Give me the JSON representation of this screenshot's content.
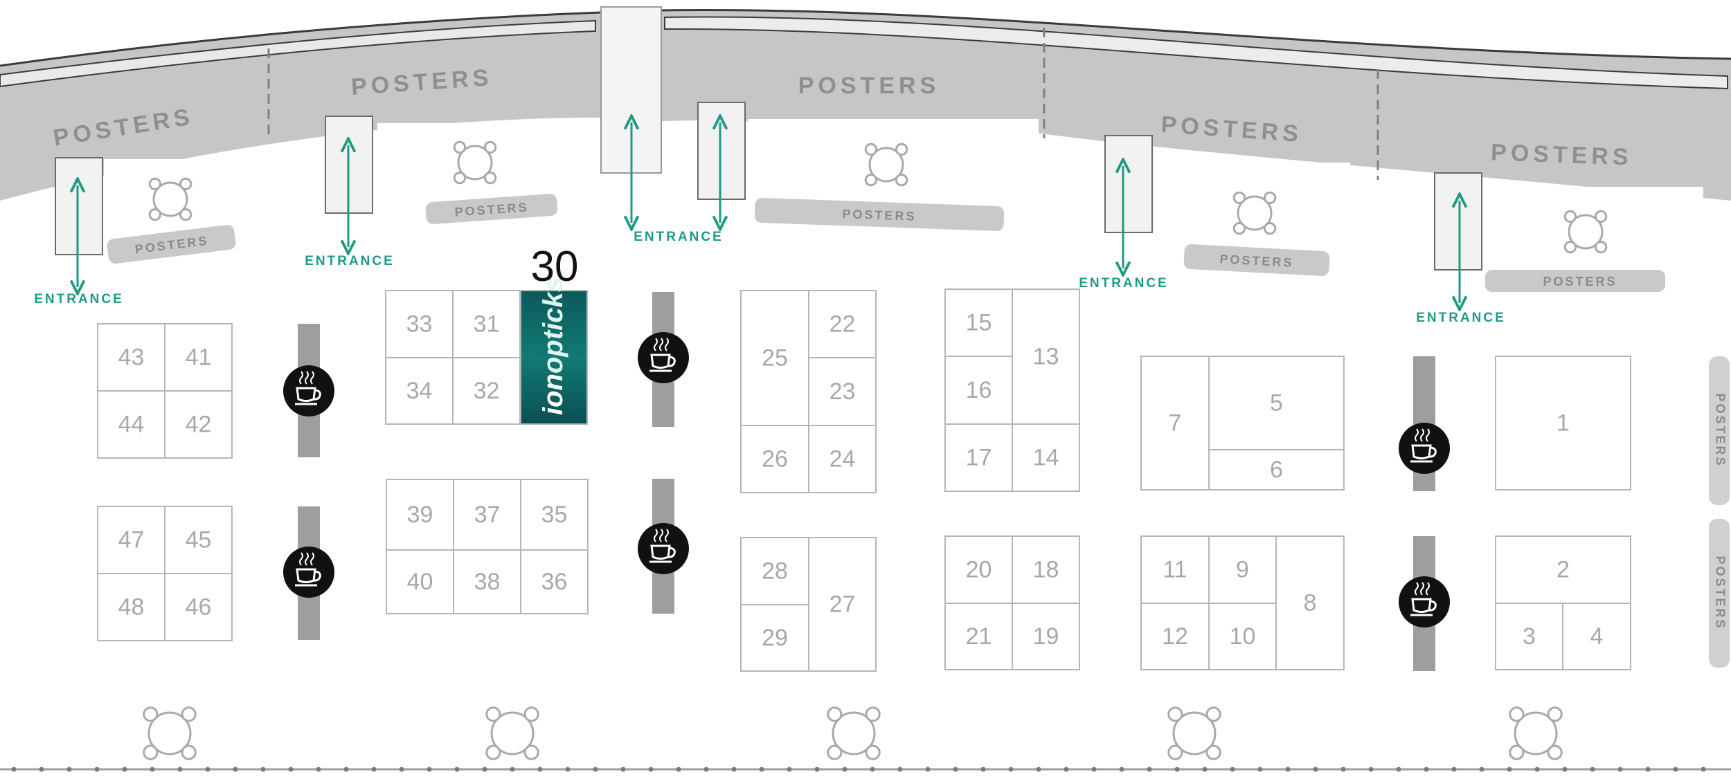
{
  "colors": {
    "accent": "#1e9a83",
    "poster_area": "#c6c6c6",
    "booth_line": "#b5b5b5",
    "booth_text": "#a8a8a8",
    "highlight": "#0f6f6a"
  },
  "poster_label": "POSTERS",
  "entrance_label": "ENTRANCE",
  "highlight": {
    "booth": "30",
    "company": "ionopticks",
    "company_part1": "ion",
    "company_part2": "opticks"
  },
  "booths": [
    "1",
    "2",
    "3",
    "4",
    "5",
    "6",
    "7",
    "8",
    "9",
    "10",
    "11",
    "12",
    "13",
    "14",
    "15",
    "16",
    "17",
    "18",
    "19",
    "20",
    "21",
    "22",
    "23",
    "24",
    "25",
    "26",
    "27",
    "28",
    "29",
    "31",
    "32",
    "33",
    "34",
    "35",
    "36",
    "37",
    "38",
    "39",
    "40",
    "41",
    "42",
    "43",
    "44",
    "45",
    "46",
    "47",
    "48"
  ],
  "coffee_icon": "coffee-cup-icon",
  "seating_icon": "round-table-icon",
  "stairs_icon": "stairs-icon"
}
